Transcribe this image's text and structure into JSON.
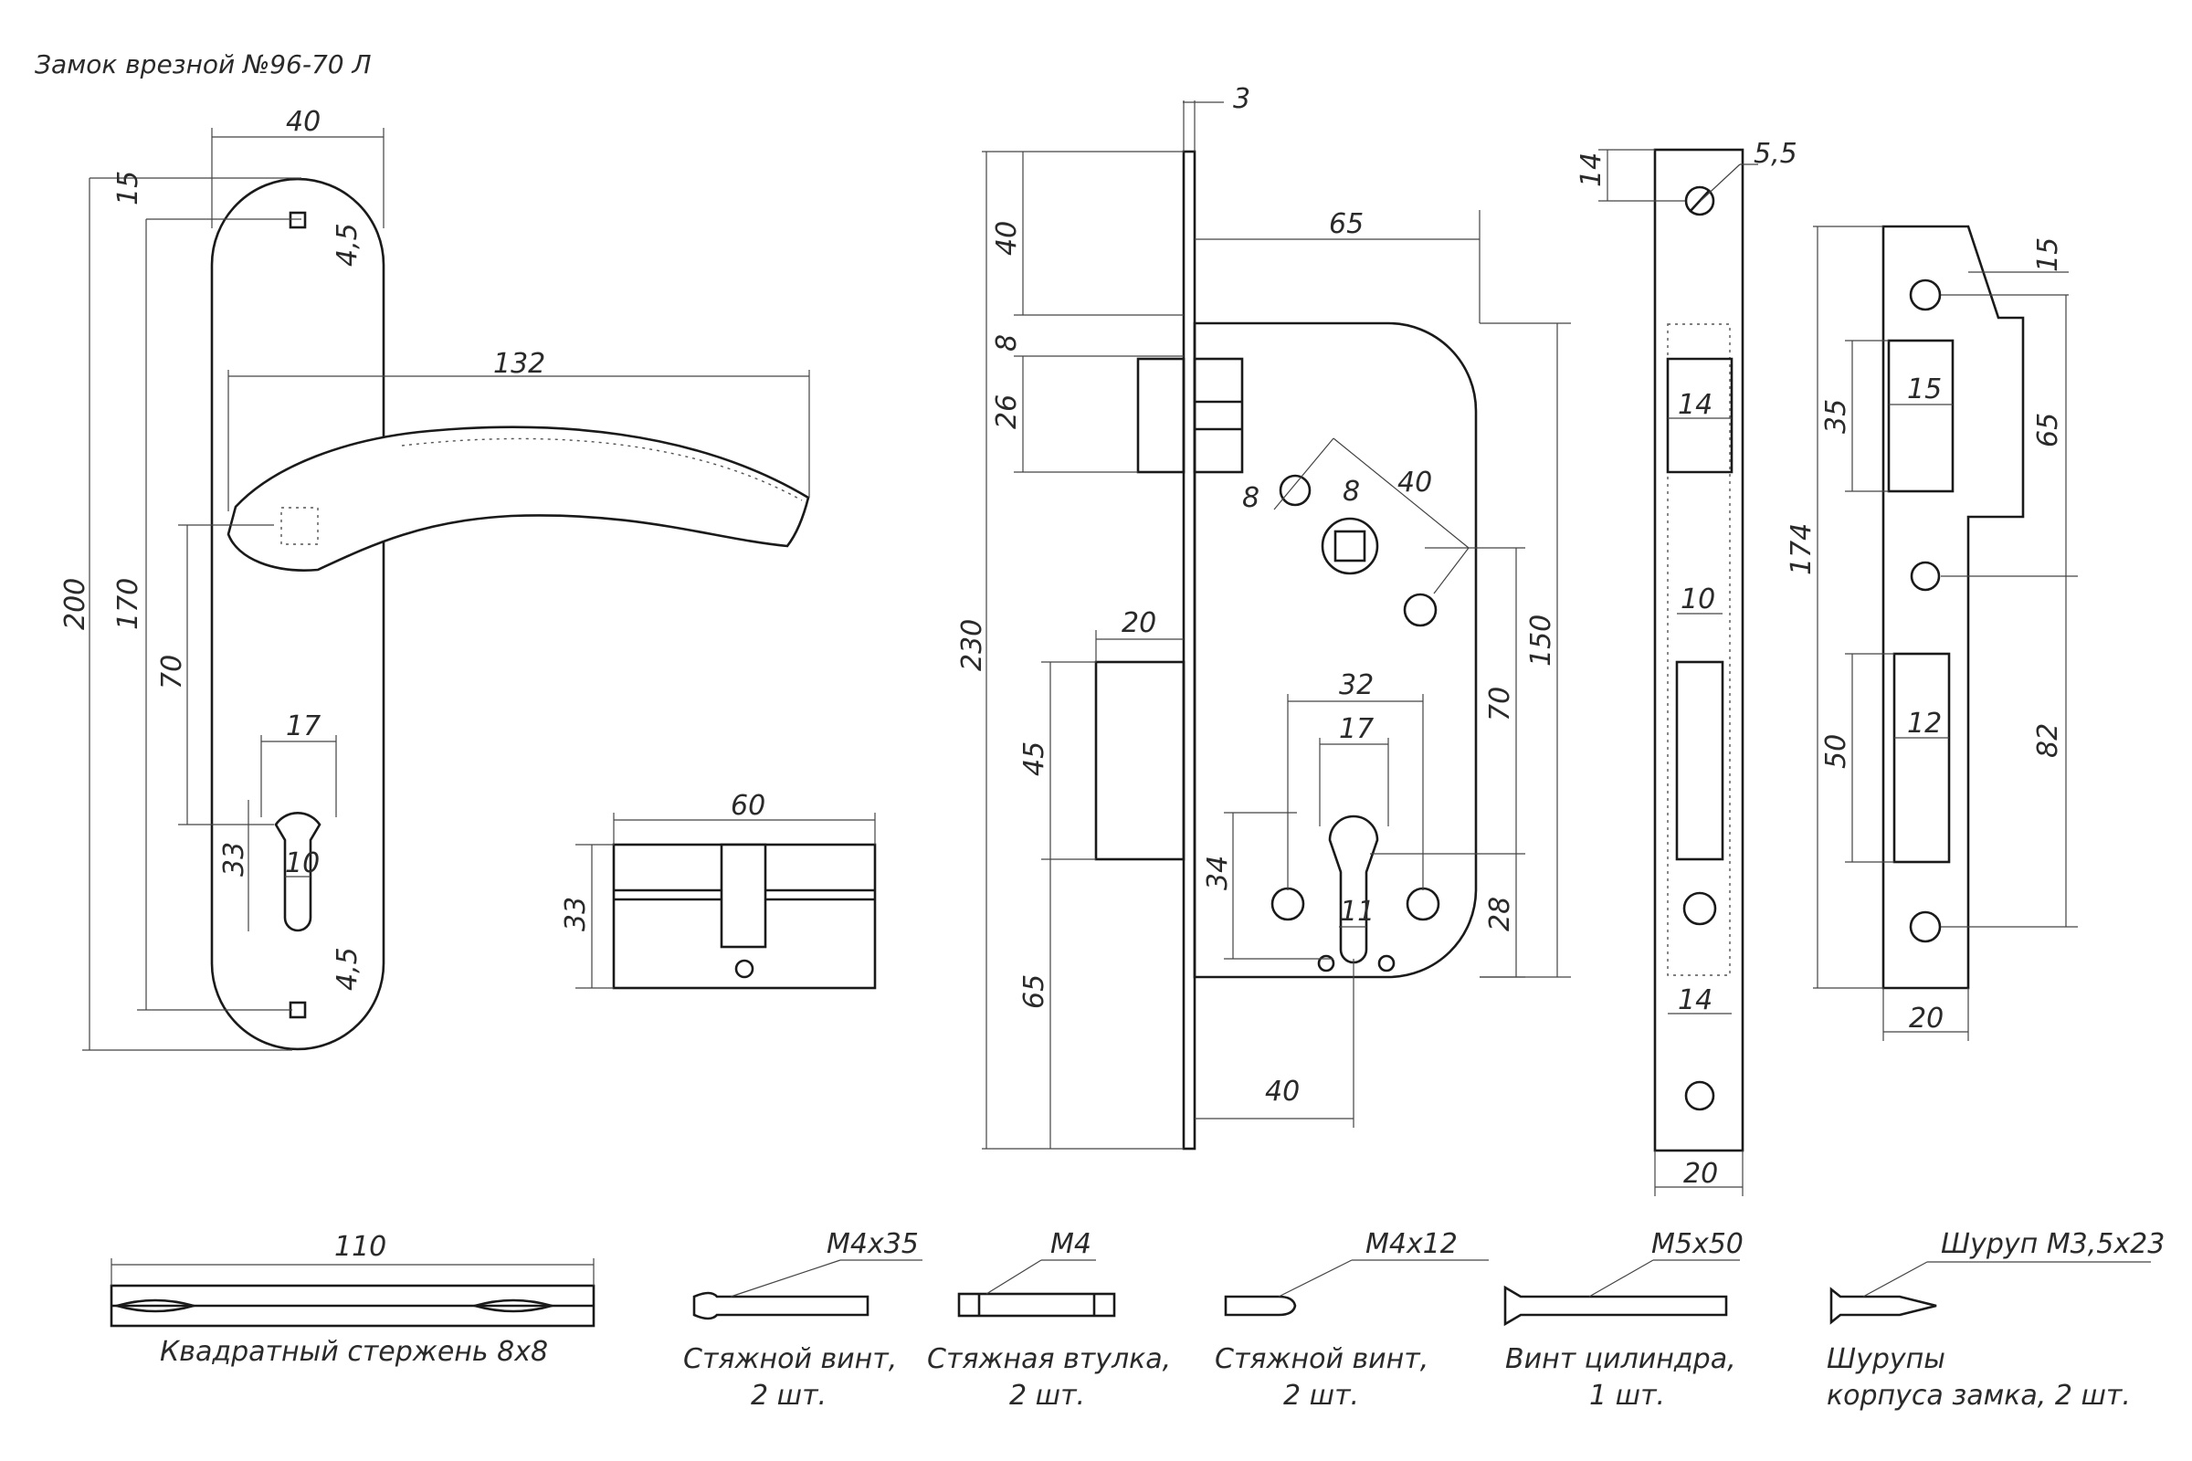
{
  "title": "Замок врезной №96-70 Л",
  "handle": {
    "dims": {
      "plate_width": "40",
      "top": "15",
      "hole_top": "4,5",
      "handle_length": "132",
      "total": "200",
      "inner": "170",
      "center": "70",
      "key_width": "17",
      "key_height": "33",
      "key_slot": "10",
      "hole_bottom": "4,5"
    }
  },
  "cylinder": {
    "dims": {
      "length": "60",
      "height": "33"
    }
  },
  "lock_body": {
    "dims": {
      "faceplate": "3",
      "backset": "65",
      "top": "40",
      "gap": "8",
      "latch": "26",
      "total": "230",
      "deadbolt_w": "20",
      "deadbolt_h": "45",
      "bottom": "65",
      "hole": "8",
      "square": "8",
      "diag": "40",
      "c1": "32",
      "c2": "17",
      "c3": "34",
      "c4": "11",
      "h70": "70",
      "h150": "150",
      "h28": "28",
      "bottom_40": "40"
    }
  },
  "faceplate": {
    "dims": {
      "top": "14",
      "screw": "5,5",
      "latch": "14",
      "bolt": "10",
      "lower": "14",
      "width": "20"
    }
  },
  "strike": {
    "dims": {
      "a": "15",
      "b": "35",
      "c": "15",
      "d": "65",
      "total": "174",
      "e": "50",
      "f": "12",
      "g": "82",
      "width": "20"
    }
  },
  "bar": {
    "length": "110",
    "caption": "Квадратный стержень 8х8"
  },
  "parts": [
    {
      "label": "М4х35",
      "caption1": "Стяжной винт,",
      "caption2": "2 шт."
    },
    {
      "label": "М4",
      "caption1": "Стяжная втулка,",
      "caption2": "2 шт."
    },
    {
      "label": "М4х12",
      "caption1": "Стяжной винт,",
      "caption2": "2 шт."
    },
    {
      "label": "М5х50",
      "caption1": "Винт цилиндра,",
      "caption2": "1 шт."
    },
    {
      "label": "Шуруп М3,5х23",
      "caption1": "Шурупы",
      "caption2": "корпуса замка, 2 шт."
    }
  ]
}
